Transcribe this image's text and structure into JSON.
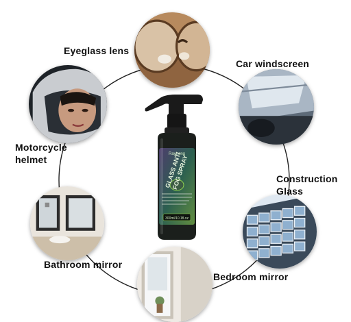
{
  "applications": [
    {
      "id": "eyeglass",
      "label": "Eyeglass lens",
      "icon": "eyeglass-lens-photo"
    },
    {
      "id": "windscreen",
      "label": "Car windscreen",
      "icon": "car-windscreen-photo"
    },
    {
      "id": "helmet",
      "label_line1": "Motorcycle",
      "label_line2": "helmet",
      "icon": "motorcycle-helmet-photo"
    },
    {
      "id": "construction",
      "label_line1": "Construction",
      "label_line2": "Glass",
      "icon": "construction-glass-photo"
    },
    {
      "id": "bathroom",
      "label": "Bathroom mirror",
      "icon": "bathroom-mirror-photo"
    },
    {
      "id": "bedroom",
      "label": "Bedroom mirror",
      "icon": "bedroom-mirror-photo"
    }
  ],
  "product": {
    "brand": "Rayhong",
    "name_line1": "GLASS ANTI",
    "name_line2": "FOG SPRAY",
    "volume": "300ml/10.1fl.oz",
    "colors": {
      "bottle": "#1b1f1c",
      "label_bg": "#2a3b2e",
      "accent": "#8fd14f"
    }
  }
}
